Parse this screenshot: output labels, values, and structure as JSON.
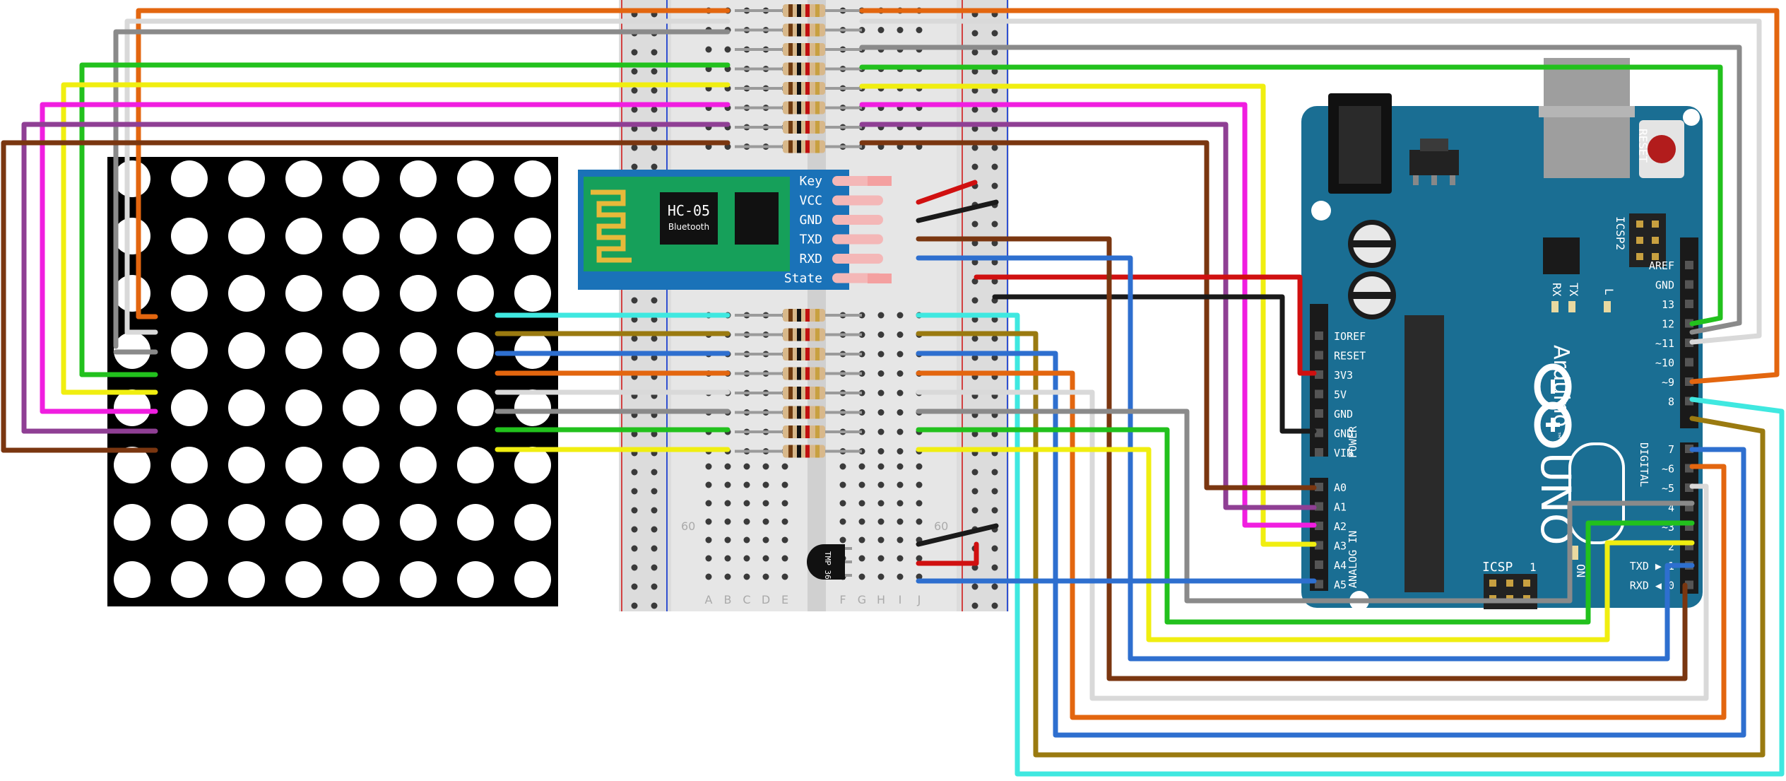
{
  "colors": {
    "wire_orange": "#e3660f",
    "wire_white": "#d9d9d9",
    "wire_gray": "#8a8a8a",
    "wire_green": "#22c11d",
    "wire_yellow": "#f0ee10",
    "wire_pink": "#f01ee0",
    "wire_purple": "#8f3f94",
    "wire_brown": "#7a3610",
    "wire_cyan": "#3fe8e0",
    "wire_olive": "#9a7a10",
    "wire_blue": "#2e6fcf",
    "wire_red": "#d01010",
    "wire_black": "#1a1a1a",
    "arduino_board": "#1a6e93",
    "breadboard": "#e6e6e6",
    "bt_module": "#16a05a",
    "bt_carrier": "#1a72b8"
  },
  "bluetooth_module": {
    "chip_label": "HC-05",
    "chip_sublabel": "Bluetooth",
    "pins": [
      "Key",
      "VCC",
      "GND",
      "TXD",
      "RXD",
      "State"
    ]
  },
  "breadboard": {
    "column_letters_left": [
      "A",
      "B",
      "C",
      "D",
      "E"
    ],
    "column_letters_right": [
      "F",
      "G",
      "H",
      "I",
      "J"
    ],
    "row_marker_left": "60",
    "row_marker_right": "60"
  },
  "temp_sensor": {
    "label": "TMP 36"
  },
  "arduino": {
    "brand": "Arduino",
    "trademark": "™",
    "model": "UNO",
    "reset_label": "RESET",
    "icsp2_label": "ICSP2",
    "icsp_label": "ICSP",
    "icsp_pin1": "1",
    "rx_led": "RX",
    "tx_led": "TX",
    "l_led": "L",
    "on_label": "ON",
    "power_header_label": "POWER",
    "analog_header_label": "ANALOG IN",
    "digital_header_label": "DIGITAL",
    "power_pins": [
      "IOREF",
      "RESET",
      "3V3",
      "5V",
      "GND",
      "GND",
      "VIN"
    ],
    "analog_pins": [
      "A0",
      "A1",
      "A2",
      "A3",
      "A4",
      "A5"
    ],
    "digital_top": [
      "AREF",
      "GND",
      "13",
      "12",
      "~11",
      "~10",
      "~9",
      "8"
    ],
    "digital_bottom": [
      "7",
      "~6",
      "~5",
      "4",
      "~3",
      "2",
      "TXD ▶ 1",
      "RXD ◀ 0"
    ]
  }
}
